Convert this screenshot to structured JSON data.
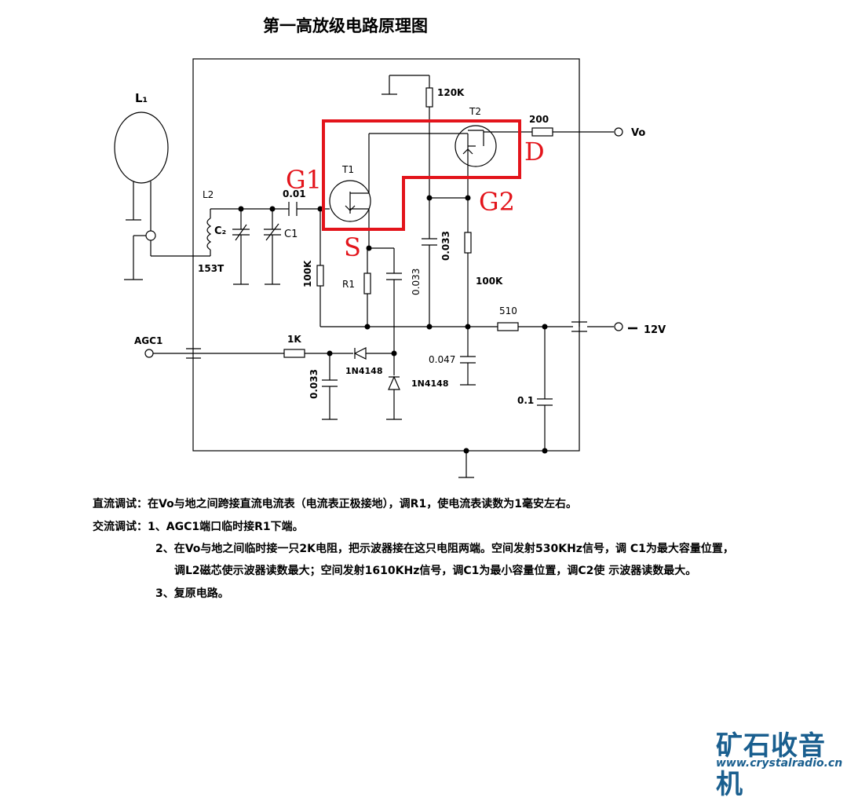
{
  "title": "第一高放级电路原理图",
  "labels": {
    "l1": "L₁",
    "l2": "L2",
    "c2": "C₂",
    "c1": "C1",
    "t153": "153T",
    "c001": "0.01",
    "t1": "T1",
    "t2": "T2",
    "r120k": "120K",
    "r200": "200",
    "vo": "Vo",
    "g1": "G1",
    "g2": "G2",
    "d": "D",
    "s": "S",
    "r100k_left": "100K",
    "r1": "R1",
    "c0033_mid": "0.033",
    "c0033_right": "0.033",
    "r100k_right": "100K",
    "r510": "510",
    "v12": "12V",
    "agc1": "AGC1",
    "r1k": "1K",
    "diode_h": "1N4148",
    "diode_v": "1N4148",
    "c0033_low": "0.033",
    "c0047": "0.047",
    "c01": "0.1"
  },
  "notes": {
    "line1": "直流调试：在Vo与地之间跨接直流电流表（电流表正极接地），调R1，使电流表读数为1毫安左右。",
    "line2": "交流调试：1、AGC1端口临时接R1下端。",
    "line3": "2、在Vo与地之间临时接一只2K电阻，把示波器接在这只电阻两端。空间发射530KHz信号，调 C1为最大容量位置，",
    "line4": "调L2磁芯使示波器读数最大；空间发射1610KHz信号，调C1为最小容量位置，调C2使 示波器读数最大。",
    "line5": "3、复原电路。"
  },
  "brand": {
    "name": "矿石收音机",
    "url": "www.crystalradio.cn"
  },
  "colors": {
    "line": "#000000",
    "annotation": "#e3141b",
    "brand": "#1a5f8f"
  }
}
